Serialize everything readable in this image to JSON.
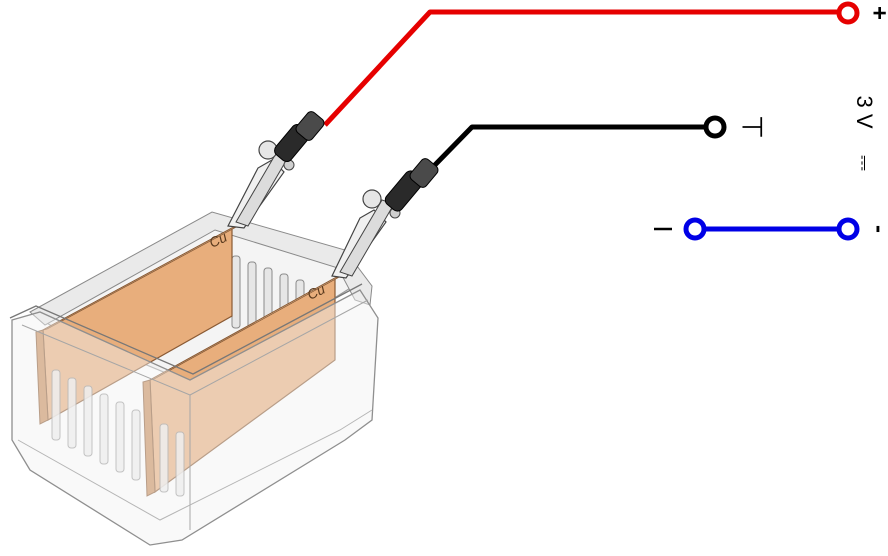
{
  "electrodes": {
    "left_label": "Cu",
    "right_label": "Cu"
  },
  "terminals": {
    "plus_sign": "+",
    "minus_sign": "-",
    "ground_symbol": "⊤",
    "ammeter_symbol": "I",
    "voltage_label": "3 V",
    "dc_symbol": "⎓"
  },
  "colors": {
    "positive_wire": "#e60000",
    "ground_wire": "#000000",
    "negative_wire": "#0000e6",
    "copper": "#e8ae7c",
    "copper_edge": "#8a5a34",
    "glass": "#f2f2f2",
    "glass_edge": "#9a9a9a"
  }
}
